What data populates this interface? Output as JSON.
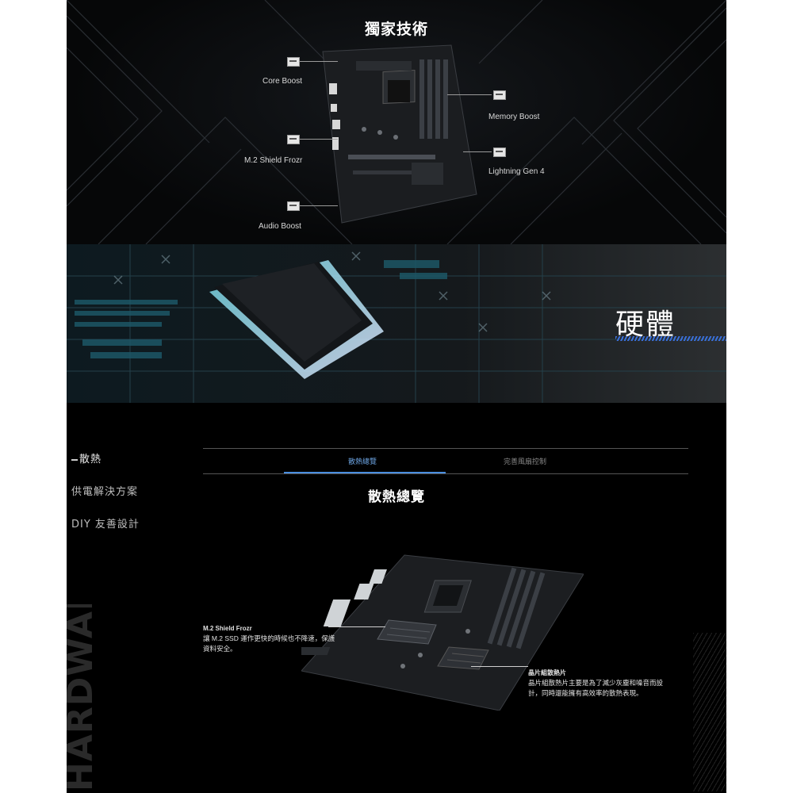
{
  "tech": {
    "title": "獨家技術",
    "features": {
      "core_boost": "Core Boost",
      "memory_boost": "Memory Boost",
      "m2_shield": "M.2 Shield Frozr",
      "lightning": "Lightning Gen 4",
      "audio_boost": "Audio Boost"
    }
  },
  "banner": {
    "title": "硬體"
  },
  "cooling": {
    "nav": [
      {
        "label": "散熱"
      },
      {
        "label": "供電解決方案"
      },
      {
        "label": "DIY 友善設計"
      }
    ],
    "side_word": "HARDWARE",
    "tabs": [
      {
        "label": "散熱總覽"
      },
      {
        "label": "完善風扇控制"
      }
    ],
    "section_title": "散熱總覽",
    "annotations": {
      "m2": {
        "title": "M.2 Shield Frozr",
        "line1": "讓 M.2 SSD 運作更快的時候也不降速，保護",
        "line2": "資料安全。"
      },
      "chipset": {
        "title": "晶片組散熱片",
        "line1": "晶片組散熱片主要是為了減少灰塵和噪音而設",
        "line2": "計，同時還能擁有高效率的散熱表現。"
      }
    }
  },
  "colors": {
    "accent": "#4a8ee0",
    "background": "#000000"
  }
}
